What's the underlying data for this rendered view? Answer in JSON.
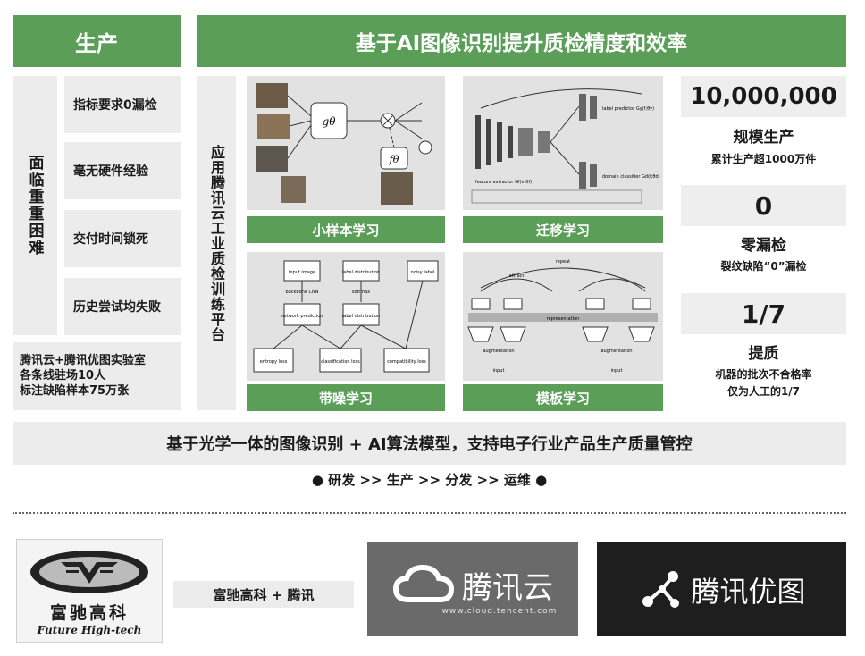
{
  "header": {
    "left_title": "生产",
    "main_title": "基于AI图像识别提升质检精度和效率"
  },
  "challenges": {
    "side_label": "面临重重困难",
    "items": [
      {
        "label": "指标要求0漏检"
      },
      {
        "label": "毫无硬件经验"
      },
      {
        "label": "交付时间锁死"
      },
      {
        "label": "历史尝试均失败"
      }
    ],
    "note_lines": [
      "腾讯云+腾讯优图实验室",
      "各条线驻场10人",
      "标注缺陷样本75万张"
    ]
  },
  "platform": {
    "side_label": "应用腾讯云工业质检训练平台",
    "methods": [
      {
        "label": "小样本学习"
      },
      {
        "label": "迁移学习"
      },
      {
        "label": "带噪学习"
      },
      {
        "label": "模板学习"
      }
    ]
  },
  "stats": [
    {
      "value": "10,000,000",
      "title": "规模生产",
      "desc": [
        "累计生产超1000万件"
      ]
    },
    {
      "value": "0",
      "title": "零漏检",
      "desc": [
        "裂纹缺陷“0”漏检"
      ]
    },
    {
      "value": "1/7",
      "title": "提质",
      "desc": [
        "机器的批次不合格率",
        "仅为人工的1/7"
      ]
    }
  ],
  "summary": {
    "banner": "基于光学一体的图像识别 + AI算法模型，支持电子行业产品生产质量管控",
    "flow": "● 研发 >> 生产 >> 分发 >> 运维 ●"
  },
  "partners": {
    "fuchi_name": "富驰高科",
    "fuchi_en": "Future High-tech",
    "joint_label": "富驰高科 + 腾讯",
    "tencent_cloud_name": "腾讯云",
    "tencent_cloud_url": "www.cloud.tencent.com",
    "youtu_name": "腾讯优图"
  },
  "diagram_text": {
    "fewshot_g": "gθ",
    "fewshot_f": "fθ",
    "transfer_label": "label predictor Gy(f;θy)",
    "transfer_domain": "domain classifier Gd(f;θd)",
    "transfer_feature": "feature extractor Gf(x;θf)",
    "noise_input": "input image",
    "noise_label": "label distribution",
    "noise_noisy": "noisy label",
    "noise_cnn": "backbone CNN",
    "noise_softmax": "softmax",
    "noise_pred": "network prediction",
    "noise_dist": "label distribution",
    "noise_entropy": "entropy loss",
    "noise_class": "classification loss",
    "noise_compat": "compatibility loss",
    "template_repeat": "repeat",
    "template_attract": "attract",
    "template_repr": "representation",
    "template_aug": "augmentation",
    "template_input": "input"
  },
  "colors": {
    "green": "#5a9e58",
    "gray": "#ececec"
  }
}
